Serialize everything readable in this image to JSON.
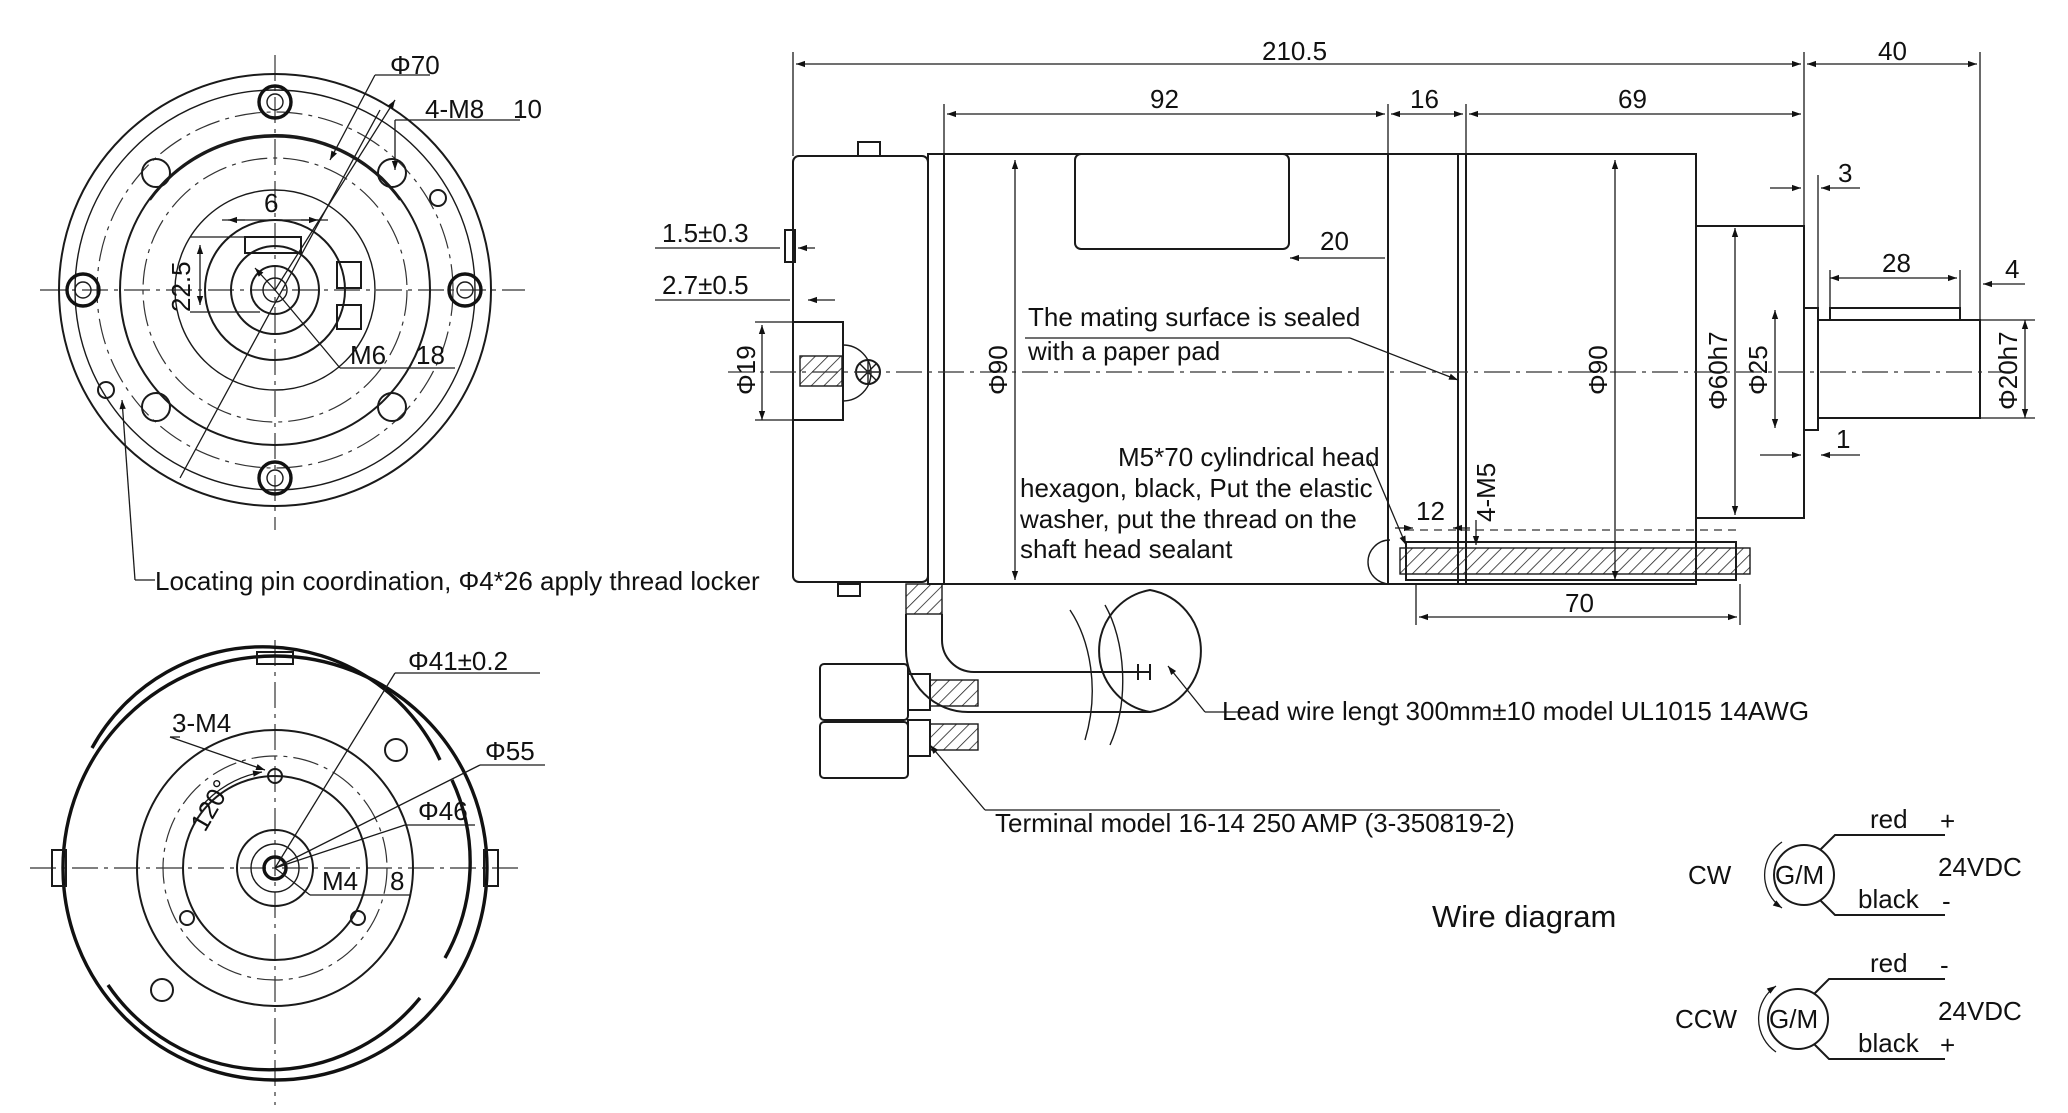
{
  "end_view_top": {
    "dim_phi70": "Φ70",
    "dim_4m8": "4-M8",
    "dim_10": "10",
    "dim_6": "6",
    "dim_22_5": "22.5",
    "dim_m6": "M6",
    "dim_18": "18",
    "note_locating_pin": "Locating pin coordination, Φ4*26 apply thread locker"
  },
  "end_view_bottom": {
    "dim_phi41": "Φ41±0.2",
    "dim_3m4": "3-M4",
    "dim_phi55": "Φ55",
    "dim_120": "120°",
    "dim_phi46": "Φ46",
    "dim_m4": "M4",
    "dim_8": "8"
  },
  "side_view": {
    "dim_210_5": "210.5",
    "dim_40": "40",
    "dim_92": "92",
    "dim_16": "16",
    "dim_69": "69",
    "dim_3": "3",
    "dim_1_5": "1.5±0.3",
    "dim_2_7": "2.7±0.5",
    "dim_20": "20",
    "dim_28": "28",
    "dim_4": "4",
    "dim_phi19": "Φ19",
    "dim_phi90_left": "Φ90",
    "dim_phi90_right": "Φ90",
    "dim_phi60h7": "Φ60h7",
    "dim_phi25": "Φ25",
    "dim_phi20h7": "Φ20h7",
    "dim_1": "1",
    "dim_12": "12",
    "dim_4m5": "4-M5",
    "dim_70": "70",
    "note_sealed_line1": "The mating surface is sealed",
    "note_sealed_line2": "with a paper pad",
    "note_bolt_line1": "M5*70 cylindrical head",
    "note_bolt_line2": "hexagon, black, Put the elastic",
    "note_bolt_line3": "washer, put the thread on the",
    "note_bolt_line4": "shaft head sealant",
    "note_lead_wire": "Lead wire lengt 300mm±10 model UL1015 14AWG",
    "note_terminal": "Terminal model 16-14 250 AMP (3-350819-2)"
  },
  "wire_diagram": {
    "title": "Wire diagram",
    "cw": {
      "direction": "CW",
      "motor": "G/M",
      "top_wire": "red",
      "top_sign": "+",
      "bottom_wire": "black",
      "bottom_sign": "-",
      "voltage": "24VDC"
    },
    "ccw": {
      "direction": "CCW",
      "motor": "G/M",
      "top_wire": "red",
      "top_sign": "-",
      "bottom_wire": "black",
      "bottom_sign": "+",
      "voltage": "24VDC"
    }
  }
}
